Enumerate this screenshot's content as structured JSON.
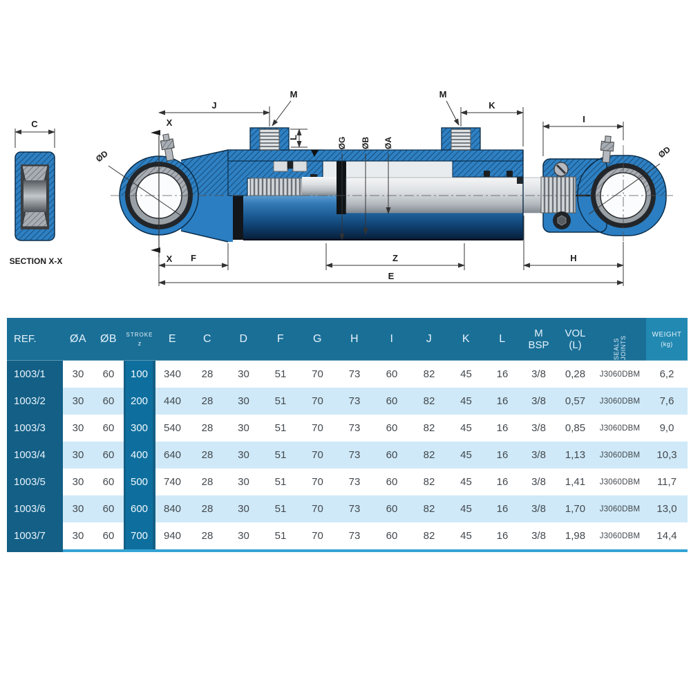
{
  "drawing": {
    "section_label": "SECTION X-X",
    "labels": {
      "c": "C",
      "j": "J",
      "m_rear": "M",
      "m_front": "M",
      "k": "K",
      "i": "I",
      "l": "L",
      "x_top": "X",
      "x_bottom": "X",
      "dia_d_left": "ØD",
      "dia_d_right": "ØD",
      "dia_g": "ØG",
      "dia_b": "ØB",
      "dia_a": "ØA",
      "f": "F",
      "z": "Z",
      "h": "H",
      "e": "E"
    }
  },
  "table": {
    "headers": {
      "ref": "REF.",
      "dia_a": "ØA",
      "dia_b": "ØB",
      "stroke_top": "STROKE",
      "stroke_bottom": "z",
      "e": "E",
      "c": "C",
      "d": "D",
      "f": "F",
      "g": "G",
      "h": "H",
      "i": "I",
      "j": "J",
      "k": "K",
      "l": "L",
      "m_top": "M",
      "m_bottom": "BSP",
      "vol_top": "VOL",
      "vol_bottom": "(L)",
      "seals": "SEALS JOINTS",
      "weight_top": "WEIGHT",
      "weight_bottom": "(kg)"
    },
    "rows": [
      [
        "1003/1",
        "30",
        "60",
        "100",
        "340",
        "28",
        "30",
        "51",
        "70",
        "73",
        "60",
        "82",
        "45",
        "16",
        "3/8",
        "0,28",
        "J3060DBM",
        "6,2"
      ],
      [
        "1003/2",
        "30",
        "60",
        "200",
        "440",
        "28",
        "30",
        "51",
        "70",
        "73",
        "60",
        "82",
        "45",
        "16",
        "3/8",
        "0,57",
        "J3060DBM",
        "7,6"
      ],
      [
        "1003/3",
        "30",
        "60",
        "300",
        "540",
        "28",
        "30",
        "51",
        "70",
        "73",
        "60",
        "82",
        "45",
        "16",
        "3/8",
        "0,85",
        "J3060DBM",
        "9,0"
      ],
      [
        "1003/4",
        "30",
        "60",
        "400",
        "640",
        "28",
        "30",
        "51",
        "70",
        "73",
        "60",
        "82",
        "45",
        "16",
        "3/8",
        "1,13",
        "J3060DBM",
        "10,3"
      ],
      [
        "1003/5",
        "30",
        "60",
        "500",
        "740",
        "28",
        "30",
        "51",
        "70",
        "73",
        "60",
        "82",
        "45",
        "16",
        "3/8",
        "1,41",
        "J3060DBM",
        "11,7"
      ],
      [
        "1003/6",
        "30",
        "60",
        "600",
        "840",
        "28",
        "30",
        "51",
        "70",
        "73",
        "60",
        "82",
        "45",
        "16",
        "3/8",
        "1,70",
        "J3060DBM",
        "13,0"
      ],
      [
        "1003/7",
        "30",
        "60",
        "700",
        "940",
        "28",
        "30",
        "51",
        "70",
        "73",
        "60",
        "82",
        "45",
        "16",
        "3/8",
        "1,98",
        "J3060DBM",
        "14,4"
      ]
    ]
  },
  "colors": {
    "table_header": "#1a6f97",
    "table_dark": "#135f86",
    "stroke_cell": "#0e6f9e",
    "row_alt": "#cfe9f8",
    "weight_header": "#2289b2",
    "bottom_line": "#35a3d4",
    "cylinder_blue": "#2b7ec2"
  }
}
